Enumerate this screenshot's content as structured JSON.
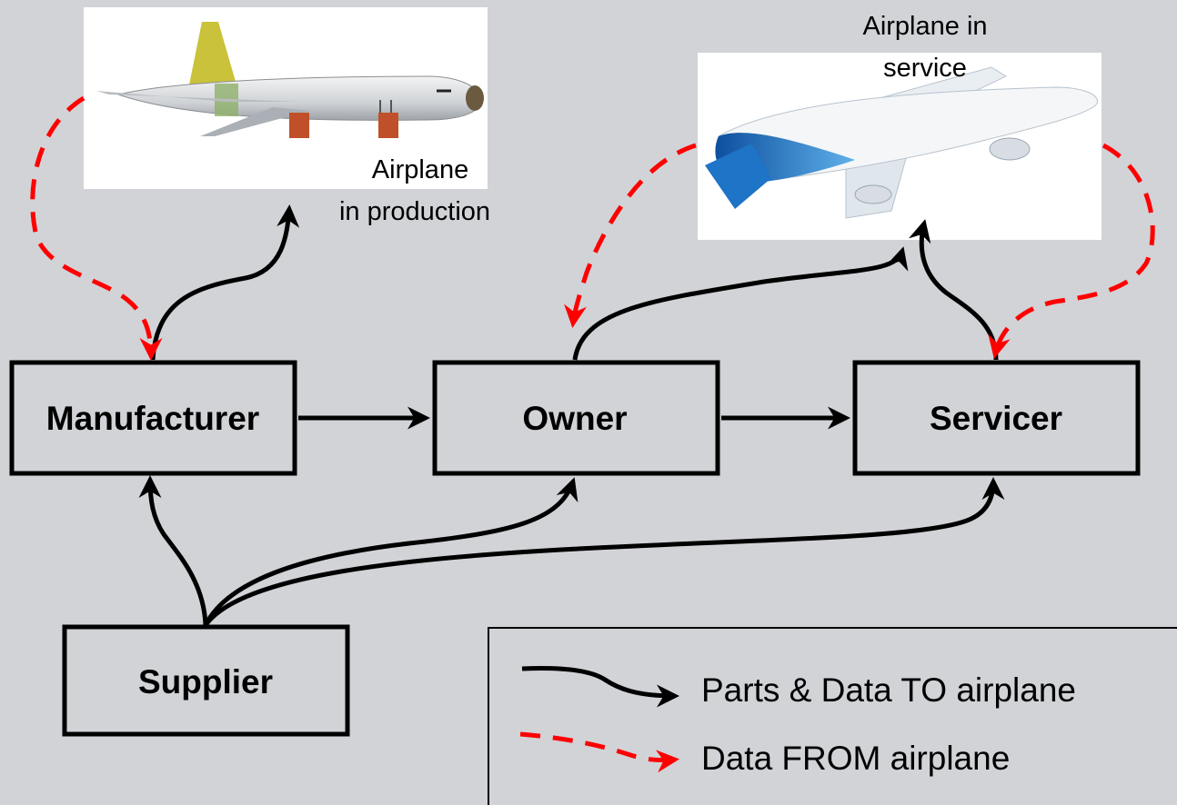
{
  "nodes": {
    "manufacturer": "Manufacturer",
    "owner": "Owner",
    "servicer": "Servicer",
    "supplier": "Supplier"
  },
  "images": {
    "production": {
      "caption_line1": "Airplane",
      "caption_line2": "in production"
    },
    "service": {
      "caption_line1": "Airplane in",
      "caption_line2": "service"
    }
  },
  "legend": {
    "parts_to": "Parts & Data TO airplane",
    "data_from": "Data FROM airplane"
  },
  "colors": {
    "background": "#d1d3d7",
    "parts_arrow": "#000000",
    "data_arrow": "#ff0000",
    "airplane_blue": "#1a6fc4"
  }
}
